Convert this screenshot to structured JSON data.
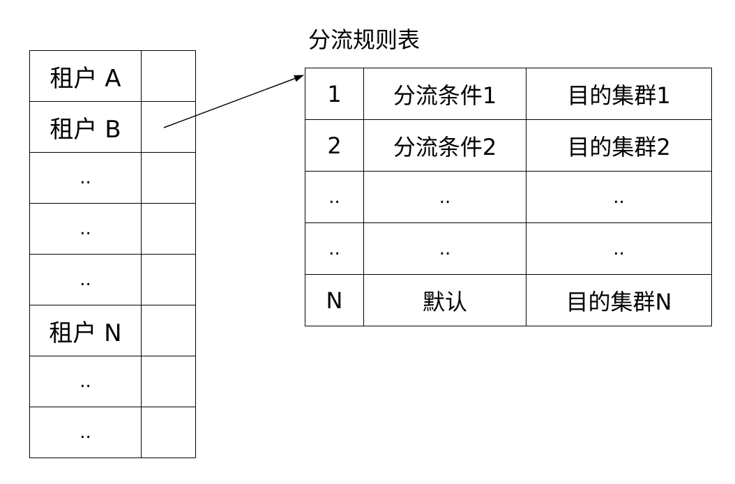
{
  "tenant_table": {
    "rows": [
      {
        "name": "租户 A"
      },
      {
        "name": "租户 B"
      },
      {
        "name": ".."
      },
      {
        "name": ".."
      },
      {
        "name": ".."
      },
      {
        "name": "租户 N"
      },
      {
        "name": ".."
      },
      {
        "name": ".."
      }
    ]
  },
  "rules_table": {
    "title": "分流规则表",
    "rows": [
      {
        "index": "1",
        "condition": "分流条件1",
        "target": "目的集群1"
      },
      {
        "index": "2",
        "condition": "分流条件2",
        "target": "目的集群2"
      },
      {
        "index": "..",
        "condition": "..",
        "target": ".."
      },
      {
        "index": "..",
        "condition": "..",
        "target": ".."
      },
      {
        "index": "N",
        "condition": "默认",
        "target": "目的集群N"
      }
    ]
  }
}
